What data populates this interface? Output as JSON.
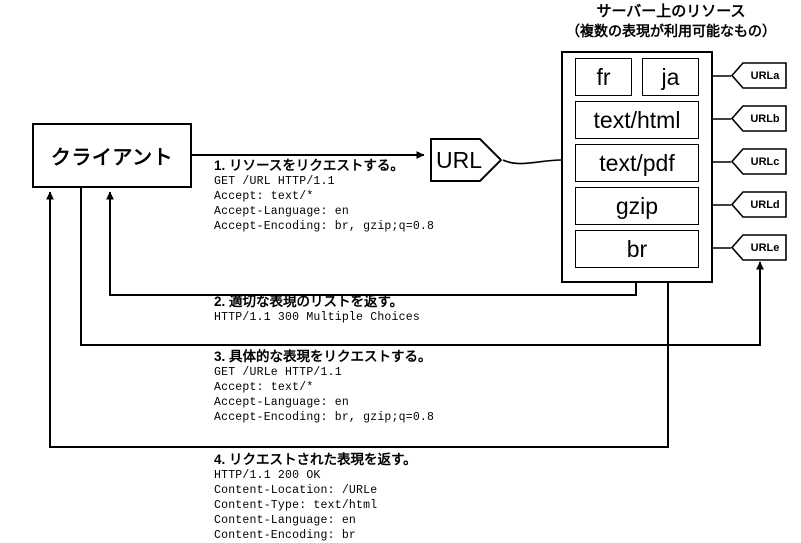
{
  "server": {
    "title": "サーバー上のリソース",
    "subtitle": "（複数の表現が利用可能なもの）",
    "representations": [
      {
        "id": "fr",
        "label": "fr"
      },
      {
        "id": "ja",
        "label": "ja"
      },
      {
        "id": "text-html",
        "label": "text/html"
      },
      {
        "id": "text-pdf",
        "label": "text/pdf"
      },
      {
        "id": "gzip",
        "label": "gzip"
      },
      {
        "id": "br",
        "label": "br"
      }
    ],
    "urls": [
      {
        "id": "urla",
        "label": "URLa"
      },
      {
        "id": "urlb",
        "label": "URLb"
      },
      {
        "id": "urlc",
        "label": "URLc"
      },
      {
        "id": "urld",
        "label": "URLd"
      },
      {
        "id": "urle",
        "label": "URLe"
      }
    ]
  },
  "client": {
    "label": "クライアント"
  },
  "url_node": {
    "label": "URL"
  },
  "steps": [
    {
      "number": "1.",
      "heading": "1. リソースをリクエストする。",
      "body": "GET /URL HTTP/1.1\nAccept: text/*\nAccept-Language: en\nAccept-Encoding: br, gzip;q=0.8"
    },
    {
      "number": "2.",
      "heading": "2. 適切な表現のリストを返す。",
      "body": "HTTP/1.1 300 Multiple Choices"
    },
    {
      "number": "3.",
      "heading": "3. 具体的な表現をリクエストする。",
      "body": "GET /URLe HTTP/1.1\nAccept: text/*\nAccept-Language: en\nAccept-Encoding: br, gzip;q=0.8"
    },
    {
      "number": "4.",
      "heading": "4. リクエストされた表現を返す。",
      "body": "HTTP/1.1 200 OK\nContent-Location: /URLe\nContent-Type: text/html\nContent-Language: en\nContent-Encoding: br"
    }
  ],
  "colors": {
    "stroke": "#000000",
    "background": "#ffffff",
    "body_text": "#1a1a1a"
  }
}
